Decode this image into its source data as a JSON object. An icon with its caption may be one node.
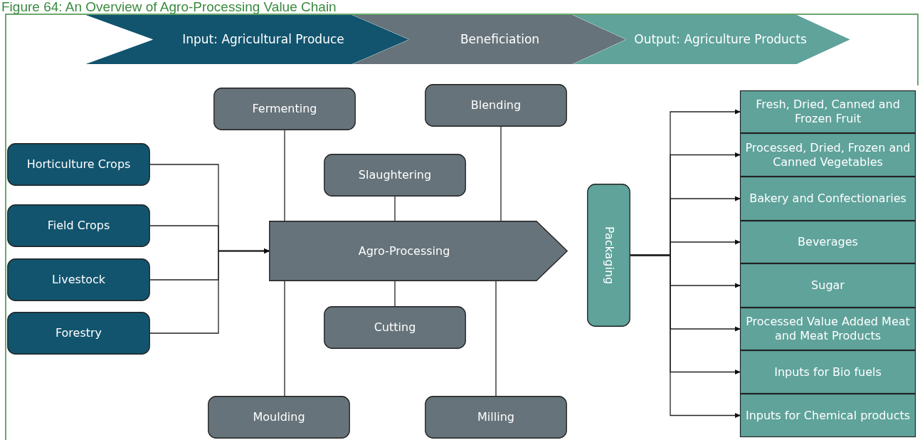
{
  "diagram": {
    "title": "Figure 64: An Overview of Agro-Processing Value Chain",
    "nodes": [
      {
        "text": [
          "Input: Agricultural Produce"
        ]
      },
      {
        "text": [
          "Beneficiation"
        ]
      },
      {
        "text": [
          "Output: Agriculture Products"
        ]
      },
      {
        "text": [
          "Horticulture Crops"
        ]
      },
      {
        "text": [
          "Field Crops"
        ]
      },
      {
        "text": [
          "Livestock"
        ]
      },
      {
        "text": [
          "Forestry"
        ]
      },
      {
        "text": [
          "Fermenting"
        ]
      },
      {
        "text": [
          "Blending"
        ]
      },
      {
        "text": [
          "Slaughtering"
        ]
      },
      {
        "text": [
          "Agro-Processing"
        ]
      },
      {
        "text": [
          "Cutting"
        ]
      },
      {
        "text": [
          "Moulding"
        ]
      },
      {
        "text": [
          "Milling"
        ]
      },
      {
        "text": [
          "Packaging"
        ]
      },
      {
        "text": [
          "Fresh, Dried, Canned and Frozen Fruit"
        ]
      },
      {
        "text": [
          "Processed, Dried, Frozen and Canned Vegetables"
        ]
      },
      {
        "text": [
          "Bakery and Confectionaries"
        ]
      },
      {
        "text": [
          "Beverages"
        ]
      },
      {
        "text": [
          "Sugar"
        ]
      },
      {
        "text": [
          "Processed Value Added Meat and Meat Products"
        ]
      },
      {
        "text": [
          "Inputs for Bio fuels"
        ]
      },
      {
        "text": [
          "Inputs for Chemical products"
        ]
      }
    ],
    "edges": [
      {
        "from": 3,
        "to": 10,
        "arrow": "to"
      },
      {
        "from": 4,
        "to": 10,
        "arrow": "to"
      },
      {
        "from": 5,
        "to": 10,
        "arrow": "to"
      },
      {
        "from": 6,
        "to": 10,
        "arrow": "to"
      },
      {
        "from": 7,
        "to": 10,
        "arrow": "none"
      },
      {
        "from": 8,
        "to": 10,
        "arrow": "none"
      },
      {
        "from": 9,
        "to": 10,
        "arrow": "none"
      },
      {
        "from": 11,
        "to": 10,
        "arrow": "none"
      },
      {
        "from": 12,
        "to": 10,
        "arrow": "none"
      },
      {
        "from": 13,
        "to": 10,
        "arrow": "none"
      },
      {
        "from": 14,
        "to": 15,
        "arrow": "to"
      },
      {
        "from": 14,
        "to": 16,
        "arrow": "to"
      },
      {
        "from": 14,
        "to": 17,
        "arrow": "to"
      },
      {
        "from": 14,
        "to": 18,
        "arrow": "to"
      },
      {
        "from": 14,
        "to": 19,
        "arrow": "to"
      },
      {
        "from": 14,
        "to": 20,
        "arrow": "to"
      },
      {
        "from": 14,
        "to": 21,
        "arrow": "to"
      },
      {
        "from": 14,
        "to": 22,
        "arrow": "to"
      }
    ]
  }
}
